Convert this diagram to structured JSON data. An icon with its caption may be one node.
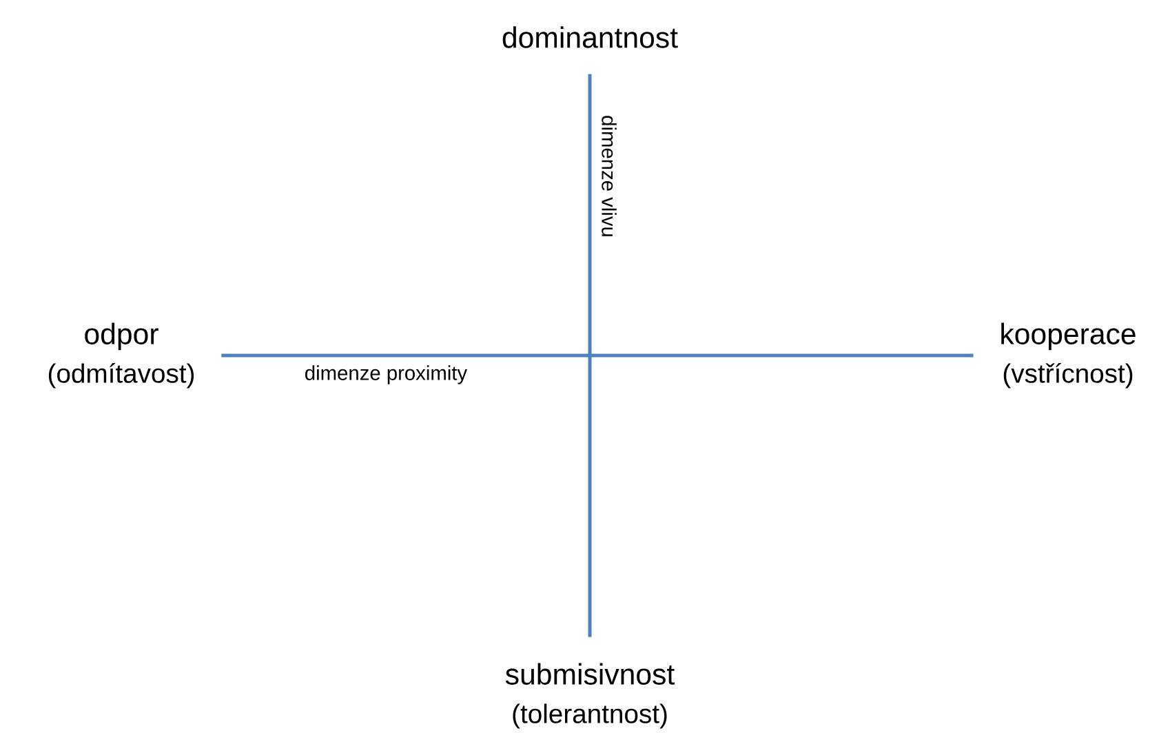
{
  "diagram": {
    "nodes": [
      {
        "text": [
          "dominantnost"
        ]
      },
      {
        "text": [
          "odpor",
          "(odmítavost)"
        ]
      },
      {
        "text": [
          "kooperace",
          "(vstřícnost)"
        ]
      },
      {
        "text": [
          "submisivnost",
          "(tolerantnost)"
        ]
      }
    ],
    "edges": [
      {
        "from": 0,
        "to": 3,
        "arrow": "none",
        "label": "dimenze vlivu"
      },
      {
        "from": 1,
        "to": 2,
        "arrow": "none",
        "label": "dimenze proximity"
      }
    ]
  }
}
